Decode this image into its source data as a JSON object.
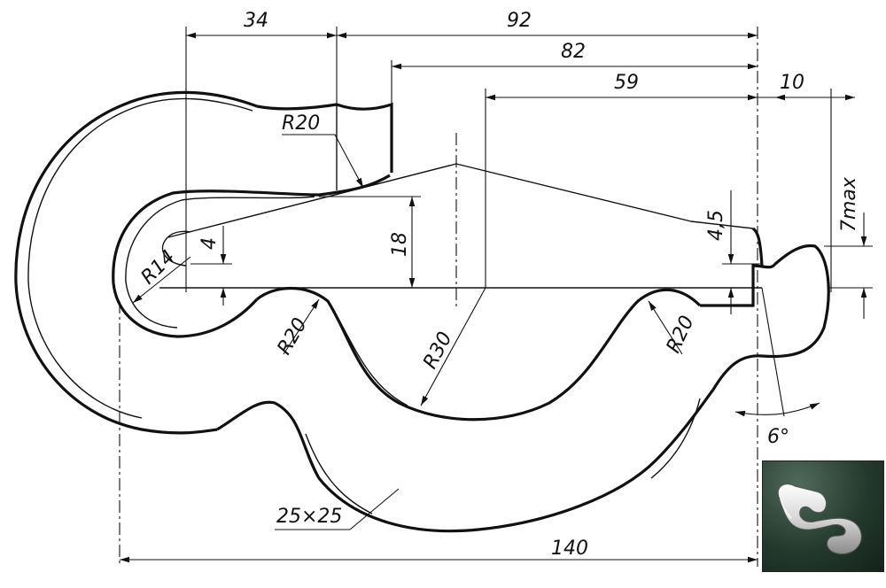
{
  "dimensions": {
    "d34": "34",
    "d92": "92",
    "d82": "82",
    "d59": "59",
    "d10": "10",
    "d7max": "7max",
    "d4_5": "4,5",
    "d4": "4",
    "d18": "18",
    "r20_top": "R20",
    "r14": "R14",
    "r20_left": "R20",
    "r30": "R30",
    "r20_right": "R20",
    "d6deg": "6°",
    "section": "25×25",
    "d140": "140"
  },
  "colors": {
    "ink": "#111111",
    "thumbnail_bg": "#243a2e",
    "thumbnail_part": "#e6e6e6"
  },
  "thumbnail": {
    "icon": "hook-3d-render-icon"
  }
}
